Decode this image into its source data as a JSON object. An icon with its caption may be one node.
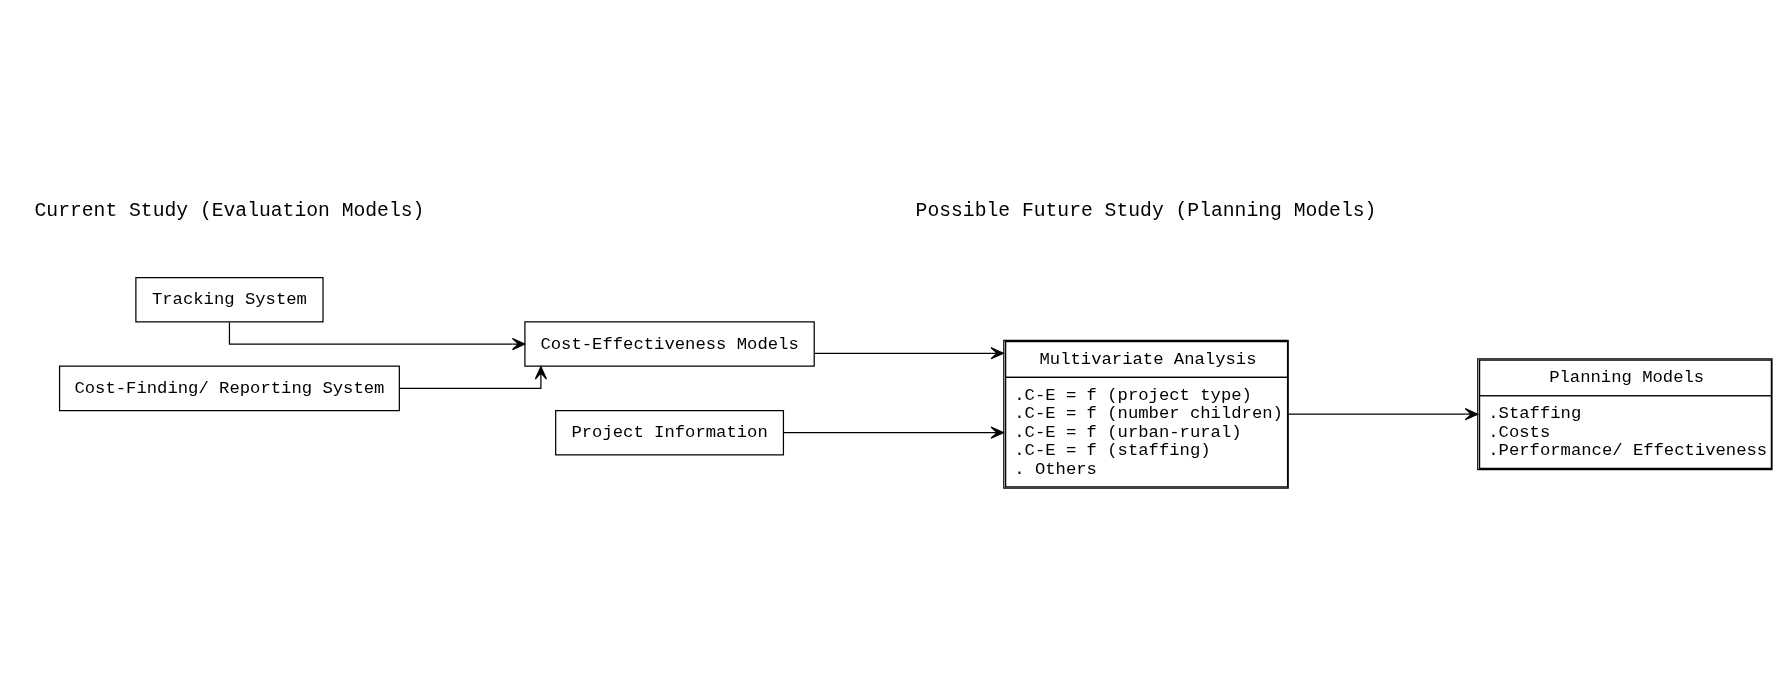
{
  "diagram": {
    "nodes": [
      {
        "text": [
          "Tracking System"
        ]
      },
      {
        "text": [
          "Cost-Finding/ Reporting System"
        ]
      },
      {
        "text": [
          "Cost-Effectiveness Models"
        ]
      },
      {
        "text": [
          "Multivariate Analysis",
          ".C-E = f (project type)",
          ".C-E = f (number children)",
          ".C-E = f (urban-rural)",
          ".C-E = f (staffing)",
          ". Others"
        ]
      },
      {
        "text": [
          "Planning Models",
          ".Staffing",
          ".Costs",
          ".Performance/ Effectiveness"
        ]
      },
      {
        "text": [
          "Project Information"
        ]
      }
    ],
    "edges": [
      {
        "from": 0,
        "to": 2,
        "arrow": "to"
      },
      {
        "from": 1,
        "to": 2,
        "arrow": "to"
      },
      {
        "from": 2,
        "to": 3,
        "arrow": "to"
      },
      {
        "from": 5,
        "to": 3,
        "arrow": "to"
      },
      {
        "from": 3,
        "to": 4,
        "arrow": "to"
      }
    ],
    "labels": [
      "Current Study (Evaluation Models)",
      "Possible Future Study (Planning Models)"
    ]
  }
}
